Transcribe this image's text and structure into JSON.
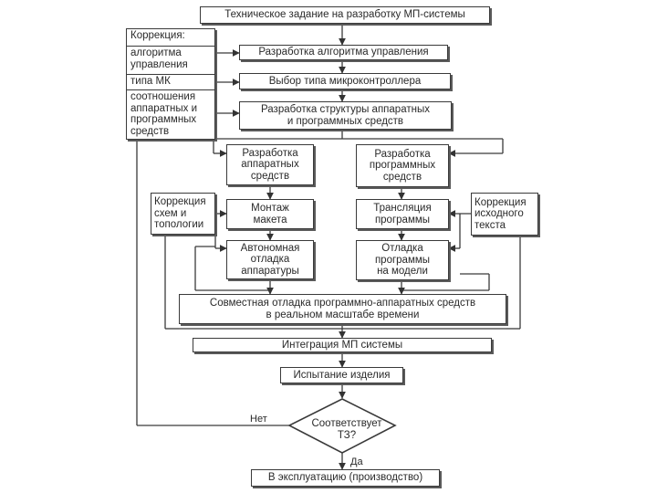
{
  "flowchart": {
    "top": "Техническое задание на разработку МП-системы",
    "correction": {
      "title": "Коррекция:",
      "algorithm": "алгоритма\nуправления",
      "mk_type": "типа МК",
      "ratio": "соотношения\nаппаратных и\nпрограммных\nсредств"
    },
    "steps": {
      "algorithm": "Разработка алгоритма управления",
      "mcu": "Выбор типа микроконтроллера",
      "structure": "Разработка структуры аппаратных\nи программных средств",
      "hw_dev": "Разработка\nаппаратных\nсредств",
      "sw_dev": "Разработка\nпрограммных\nсредств",
      "mount": "Монтаж\nмакета",
      "translate": "Трансляция\nпрограммы",
      "hw_debug": "Автономная\nотладка\nаппаратуры",
      "sw_debug": "Отладка\nпрограммы\nна модели",
      "joint": "Совместная отладка программно-аппаратных средств\nв реальном масштабе времени",
      "integration": "Интеграция МП системы",
      "test": "Испытание изделия",
      "decision": "Соответствует\nТЗ?",
      "final": "В эксплуатацию (производство)"
    },
    "side": {
      "left": "Коррекция\nсхем и\nтопологии",
      "right": "Коррекция\nисходного\nтекста"
    },
    "edge_labels": {
      "no": "Нет",
      "yes": "Да"
    }
  }
}
